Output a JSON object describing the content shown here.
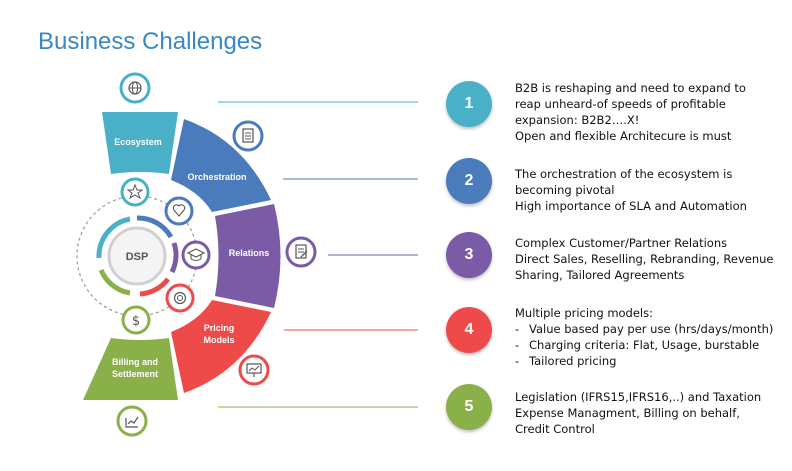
{
  "title": "Business Challenges",
  "center": {
    "label": "DSP"
  },
  "segments": [
    {
      "label_lines": [
        "Ecosystem"
      ],
      "color": "#4ab0c8"
    },
    {
      "label_lines": [
        "Orchestration"
      ],
      "color": "#4a7bbd"
    },
    {
      "label_lines": [
        "Relations"
      ],
      "color": "#7c5ba6"
    },
    {
      "label_lines": [
        "Pricing",
        "Models"
      ],
      "color": "#ef4a4a"
    },
    {
      "label_lines": [
        "Billing and",
        "Settlement"
      ],
      "color": "#8ab04a"
    }
  ],
  "icons": [
    "globe-icon",
    "document-icon",
    "star-icon",
    "heart-icon",
    "graduation-cap-icon",
    "edit-document-icon",
    "refresh-icon",
    "dollar-icon",
    "presentation-icon",
    "trend-chart-icon"
  ],
  "challenges": [
    {
      "number": "1",
      "color": "#4ab0c8",
      "lines": [
        "B2B is reshaping and need to expand to",
        "reap unheard-of speeds of profitable",
        "expansion: B2B2….X!",
        "Open and flexible Architecure is must"
      ]
    },
    {
      "number": "2",
      "color": "#4a7bbd",
      "lines": [
        "The orchestration of the ecosystem is",
        "becoming pivotal",
        "High importance of SLA and Automation"
      ]
    },
    {
      "number": "3",
      "color": "#7c5ba6",
      "lines": [
        "Complex Customer/Partner Relations",
        "Direct Sales, Reselling, Rebranding, Revenue",
        "Sharing, Tailored Agreements"
      ]
    },
    {
      "number": "4",
      "color": "#ef4a4a",
      "heading": "Multiple pricing models:",
      "bullets": [
        "Value based pay per use (hrs/days/month)",
        "Charging criteria: Flat, Usage, burstable",
        "Tailored pricing"
      ]
    },
    {
      "number": "5",
      "color": "#8ab04a",
      "lines": [
        "Legislation (IFRS15,IFRS16,..) and Taxation",
        "Expense Managment, Billing on behalf,",
        "Credit Control"
      ]
    }
  ]
}
